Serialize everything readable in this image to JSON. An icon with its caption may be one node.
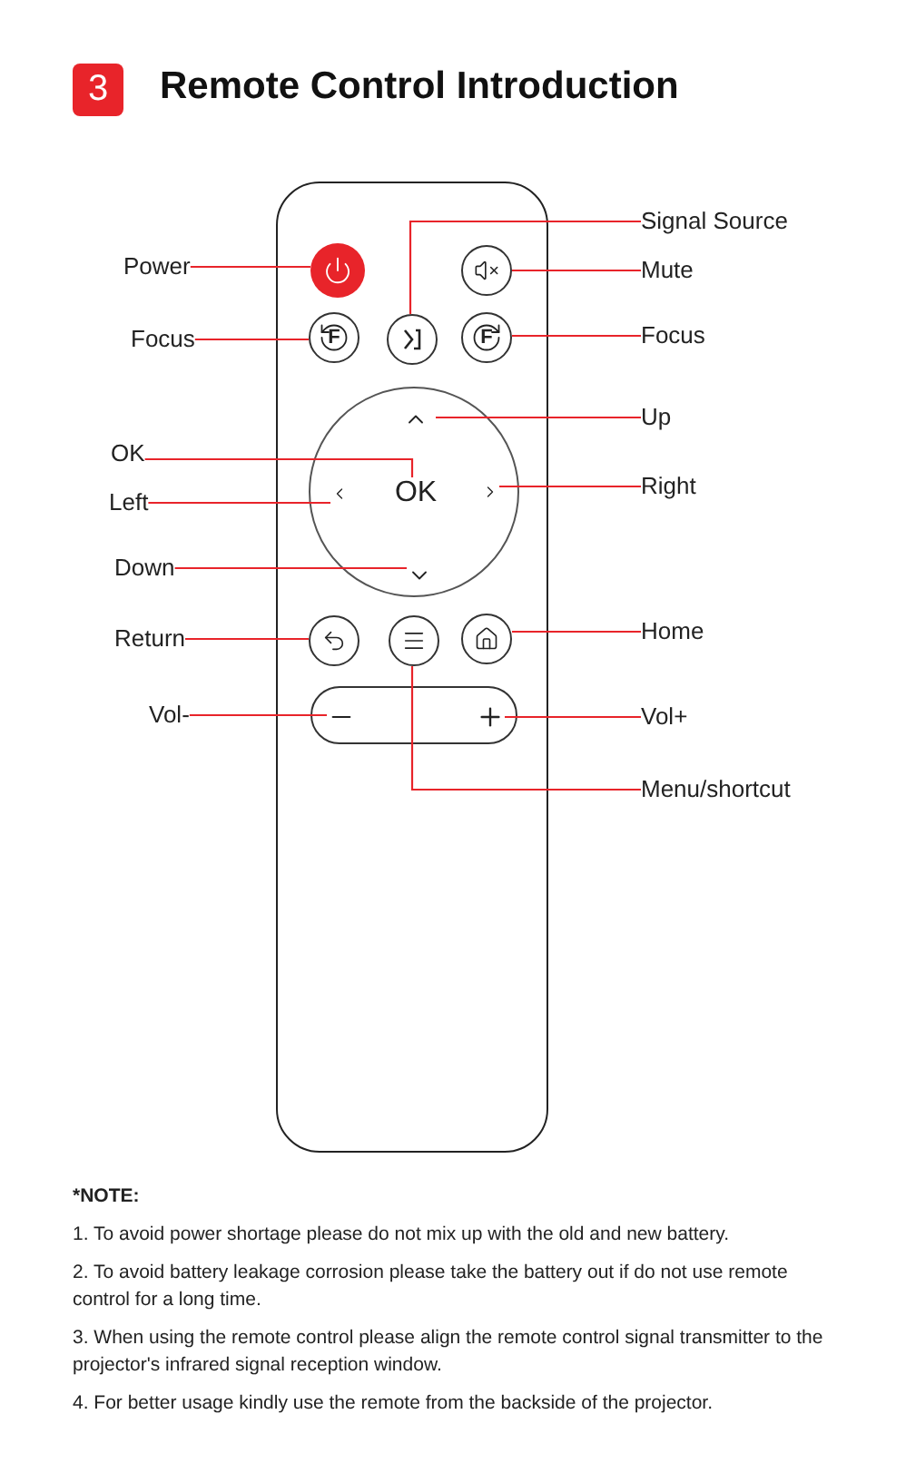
{
  "diagram": {
    "title": "Remote Control Introduction",
    "nodes": [
      {
        "text": [],
        "shape": "box"
      },
      {
        "text": [
          "Power"
        ]
      },
      {
        "text": [],
        "shape": "circle",
        "in": 0
      },
      {
        "text": [
          "Signal Source"
        ]
      },
      {
        "text": [],
        "shape": "circle",
        "in": 0
      },
      {
        "text": [],
        "shape": "circle",
        "in": 0
      },
      {
        "text": [
          "Mute"
        ]
      },
      {
        "text": [
          "Focus"
        ]
      },
      {
        "text": [
          "F"
        ],
        "in": 0
      },
      {
        "text": [
          "F"
        ],
        "in": 0
      },
      {
        "text": [
          "Focus"
        ]
      },
      {
        "text": [],
        "shape": "circle",
        "in": 0
      },
      {
        "text": [],
        "shape": "chevron",
        "in": 11
      },
      {
        "text": [
          "Up"
        ]
      },
      {
        "text": [
          "OK"
        ]
      },
      {
        "text": [
          "OK"
        ],
        "in": 11
      },
      {
        "text": [
          "Left"
        ]
      },
      {
        "text": [],
        "shape": "chevron",
        "in": 11
      },
      {
        "text": [],
        "shape": "chevron",
        "in": 11
      },
      {
        "text": [
          "Right"
        ]
      },
      {
        "text": [
          "Down"
        ]
      },
      {
        "text": [],
        "shape": "chevron",
        "in": 11
      },
      {
        "text": [
          "Return"
        ]
      },
      {
        "text": [],
        "shape": "circle",
        "in": 0
      },
      {
        "text": [],
        "shape": "circle",
        "in": 0
      },
      {
        "text": [],
        "shape": "circle",
        "in": 0
      },
      {
        "text": [
          "Home"
        ]
      },
      {
        "text": [
          "Vol-"
        ]
      },
      {
        "text": [],
        "shape": "box",
        "in": 0
      },
      {
        "text": [],
        "shape": "minus",
        "in": 28
      },
      {
        "text": [],
        "shape": "plus",
        "in": 28
      },
      {
        "text": [
          "Vol+"
        ]
      },
      {
        "text": [
          "Menu/shortcut"
        ]
      }
    ],
    "edges": [
      {
        "from": 1,
        "to": 2,
        "arrow": "none"
      },
      {
        "from": 3,
        "to": 4,
        "arrow": "none"
      },
      {
        "from": 6,
        "to": 5,
        "arrow": "none"
      },
      {
        "from": 7,
        "to": 8,
        "arrow": "none"
      },
      {
        "from": 10,
        "to": 9,
        "arrow": "none"
      },
      {
        "from": 13,
        "to": 12,
        "arrow": "none"
      },
      {
        "from": 14,
        "to": 15,
        "arrow": "none"
      },
      {
        "from": 16,
        "to": 17,
        "arrow": "none"
      },
      {
        "from": 19,
        "to": 18,
        "arrow": "none"
      },
      {
        "from": 20,
        "to": 21,
        "arrow": "none"
      },
      {
        "from": 22,
        "to": 23,
        "arrow": "none"
      },
      {
        "from": 26,
        "to": 25,
        "arrow": "none"
      },
      {
        "from": 27,
        "to": 29,
        "arrow": "none"
      },
      {
        "from": 31,
        "to": 30,
        "arrow": "none"
      },
      {
        "from": 32,
        "to": 24,
        "arrow": "none"
      }
    ],
    "labels": [
      "3",
      "*NOTE:",
      "1. To avoid power shortage please do not mix up with the old and new battery.",
      "2. To avoid battery leakage corrosion please take the battery out if do not use remote control for a long time.",
      "3. When using the remote control please align the remote control signal transmitter to the projector's infrared signal reception window.",
      "4. For better usage kindly use the remote from the backside of the projector."
    ]
  }
}
